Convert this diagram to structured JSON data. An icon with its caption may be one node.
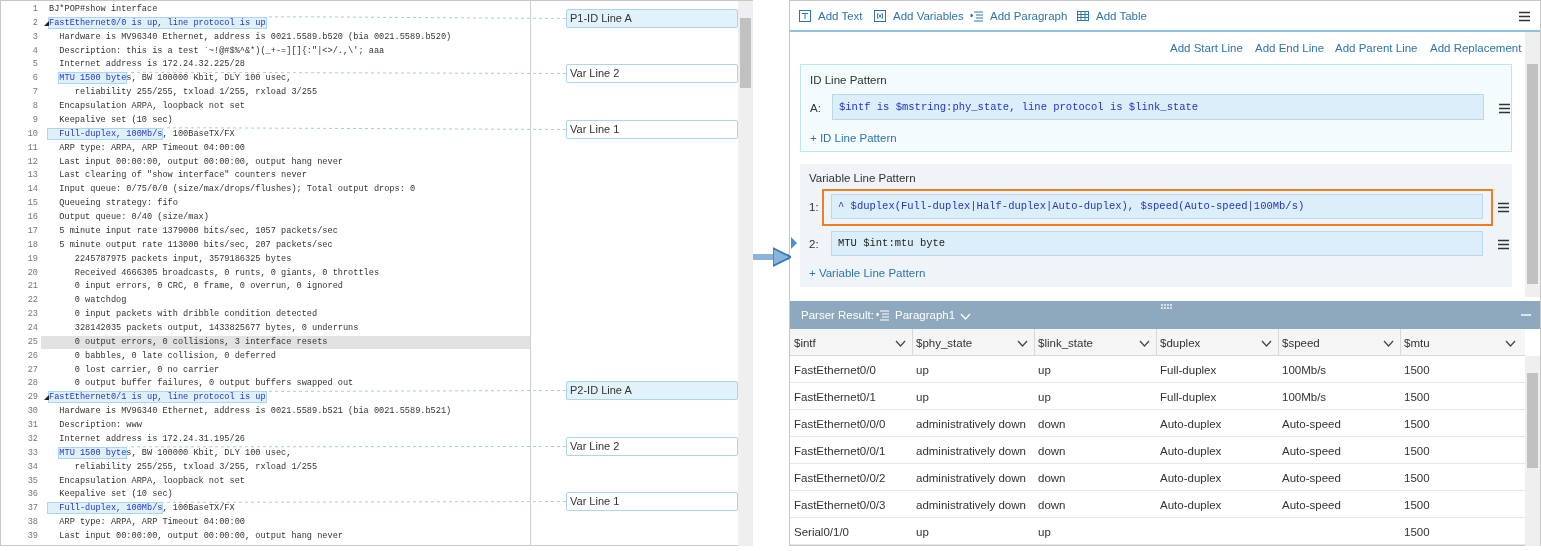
{
  "diagram": {
    "nodes": [
      {
        "text": [],
        "shape": "box"
      },
      {
        "text": [],
        "shape": "box"
      },
      {
        "text": [
          "FastEthernet0/0 is up, line protocol is up"
        ],
        "in": 0
      },
      {
        "text": [
          "P1-ID Line A"
        ],
        "in": 0
      },
      {
        "text": [
          "MTU 1500 bytes, BW 100000 Kbit, DLY 100 usec,"
        ],
        "in": 0
      },
      {
        "text": [
          "Var Line 2"
        ],
        "in": 0
      },
      {
        "text": [
          "Full-duplex, 100Mb/s, 100BaseTX/FX"
        ],
        "in": 0
      },
      {
        "text": [
          "Var Line 1"
        ],
        "in": 0
      },
      {
        "text": [
          "FastEthernet0/1 is up, line protocol is up"
        ],
        "in": 0
      },
      {
        "text": [
          "P2-ID Line A"
        ],
        "in": 0
      },
      {
        "text": [
          "MTU 1500 bytes, BW 100000 Kbit, DLY 100 usec,"
        ],
        "in": 0
      },
      {
        "text": [
          "Var Line 2"
        ],
        "in": 0
      },
      {
        "text": [
          "Full-duplex, 100Mb/s, 100BaseTX/FX"
        ],
        "in": 0
      },
      {
        "text": [
          "Var Line 1"
        ],
        "in": 0
      }
    ],
    "edges": [
      {
        "from": 0,
        "to": 1,
        "arrow": "to",
        "style": "thick"
      },
      {
        "from": 3,
        "to": 2,
        "arrow": "none",
        "style": "dashed"
      },
      {
        "from": 5,
        "to": 4,
        "arrow": "none",
        "style": "dashed"
      },
      {
        "from": 7,
        "to": 6,
        "arrow": "none",
        "style": "dashed"
      },
      {
        "from": 9,
        "to": 8,
        "arrow": "none",
        "style": "dashed"
      },
      {
        "from": 11,
        "to": 10,
        "arrow": "none",
        "style": "dashed"
      },
      {
        "from": 13,
        "to": 12,
        "arrow": "none",
        "style": "dashed"
      }
    ],
    "labels": [
      "1",
      "BJ*POP#show interface",
      "2",
      "3",
      "Hardware is MV96340 Ethernet, address is 0021.5589.b520 (bia 0021.5589.b520)",
      "4",
      "Description: this is a test `~!@#$%^&*)(_+-=][]{:\"|<>/.,\\'; aaa",
      "5",
      "Internet address is 172.24.32.225/28",
      "6",
      "7",
      "reliability 255/255, txload 1/255, rxload 3/255",
      "8",
      "Encapsulation ARPA, loopback not set",
      "9",
      "Keepalive set (10 sec)",
      "10",
      "11",
      "ARP type: ARPA, ARP Timeout 04:00:00",
      "12",
      "Last input 00:00:00, output 00:00:00, output hang never",
      "13",
      "Last clearing of \"show interface\" counters never",
      "14",
      "Input queue: 0/75/0/0 (size/max/drops/flushes); Total output drops: 0",
      "15",
      "Queueing strategy: fifo",
      "16",
      "Output queue: 0/40 (size/max)",
      "17",
      "5 minute input rate 1379000 bits/sec, 1057 packets/sec",
      "18",
      "5 minute output rate 113000 bits/sec, 207 packets/sec",
      "19",
      "2245787975 packets input, 3579186325 bytes",
      "20",
      "Received 4666305 broadcasts, 0 runts, 0 giants, 0 throttles",
      "21",
      "0 input errors, 0 CRC, 0 frame, 0 overrun, 0 ignored",
      "22",
      "0 watchdog",
      "23",
      "0 input packets with dribble condition detected",
      "24",
      "328142035 packets output, 1433825677 bytes, 0 underruns",
      "25",
      "0 output errors, 0 collisions, 3 interface resets",
      "26",
      "0 babbles, 0 late collision, 0 deferred",
      "27",
      "0 lost carrier, 0 no carrier",
      "28",
      "0 output buffer failures, 0 output buffers swapped out",
      "29",
      "30",
      "Hardware is MV96340 Ethernet, address is 0021.5589.b521 (bia 0021.5589.b521)",
      "31",
      "Description: www",
      "32",
      "Internet address is 172.24.31.195/26",
      "33",
      "34",
      "reliability 255/255, txload 3/255, rxload 1/255",
      "35",
      "Encapsulation ARPA, loopback not set",
      "36",
      "Keepalive set (10 sec)",
      "37",
      "38",
      "ARP type: ARPA, ARP Timeout 04:00:00",
      "39",
      "Last input 00:00:00, output 00:00:00, output hang never",
      "Add Text",
      "Add Variables",
      "Add Paragraph",
      "Add Table",
      "Add Start Line",
      "Add End Line",
      "Add Parent Line",
      "Add Replacement",
      "ID Line Pattern",
      "A:",
      "$intf is $mstring:phy_state, line protocol is $link_state",
      "+ ID Line Pattern",
      "Variable Line Pattern",
      "1:",
      "^ $duplex(Full-duplex|Half-duplex|Auto-duplex), $speed(Auto-speed|100Mb/s)",
      "2:",
      "MTU $int:mtu byte",
      "+ Variable Line Pattern",
      "Parser Result:",
      "Paragraph1",
      "$intf",
      "$phy_state",
      "$link_state",
      "$duplex",
      "$speed",
      "$mtu",
      "FastEthernet0/0",
      "up",
      "up",
      "Full-duplex",
      "100Mb/s",
      "1500",
      "FastEthernet0/1",
      "up",
      "up",
      "Full-duplex",
      "100Mb/s",
      "1500",
      "FastEthernet0/0/0",
      "administratively down",
      "down",
      "Auto-duplex",
      "Auto-speed",
      "1500",
      "FastEthernet0/0/1",
      "administratively down",
      "down",
      "Auto-duplex",
      "Auto-speed",
      "1500",
      "FastEthernet0/0/2",
      "administratively down",
      "down",
      "Auto-duplex",
      "Auto-speed",
      "1500",
      "FastEthernet0/0/3",
      "administratively down",
      "down",
      "Auto-duplex",
      "Auto-speed",
      "1500",
      "Serial0/1/0",
      "up",
      "up",
      "1500"
    ]
  }
}
